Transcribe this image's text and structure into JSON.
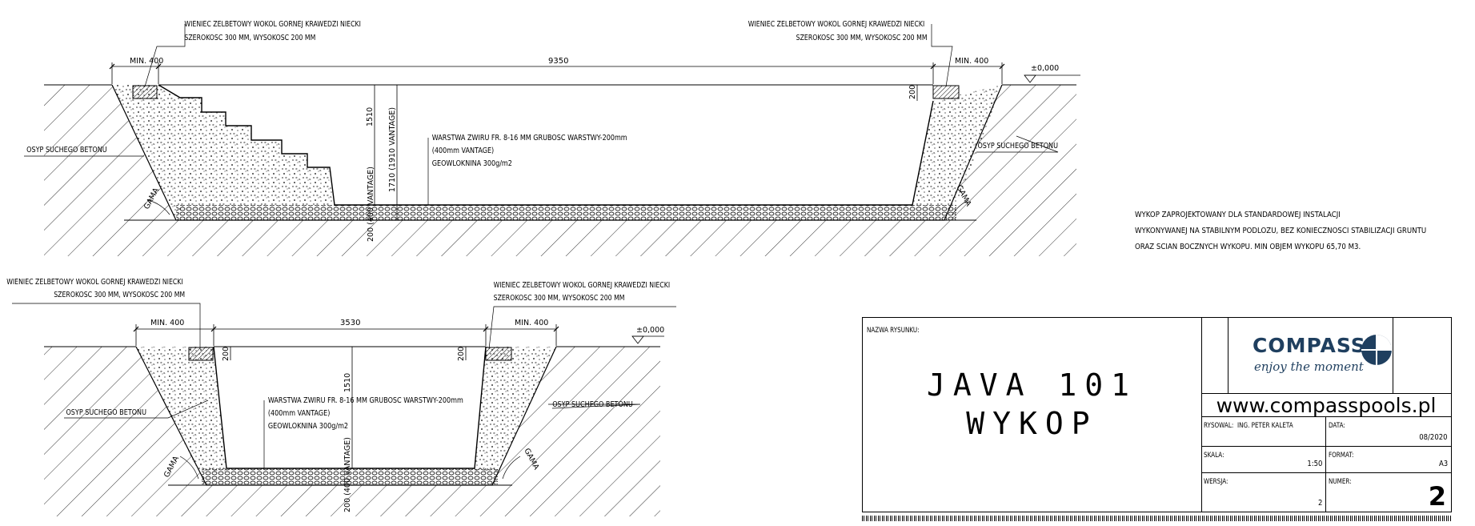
{
  "top_section": {
    "ring_left": [
      "WIENIEC ZELBETOWY WOKOL GORNEJ KRAWEDZI NIECKI",
      "SZEROKOSC 300 MM, WYSOKOSC 200 MM"
    ],
    "ring_right": [
      "WIENIEC ZELBETOWY WOKOL GORNEJ KRAWEDZI NIECKI",
      "SZEROKOSC 300 MM, WYSOKOSC 200 MM"
    ],
    "min_left": "MIN. 400",
    "min_right": "MIN. 400",
    "width": "9350",
    "level": "±0,000",
    "depth": "1510",
    "depth_vantage": "1710 (1910 VANTAGE)",
    "base_thickness": "200 (400 VANTAGE)",
    "ring_height": "200",
    "gravel": [
      "WARSTWA ZWIRU FR. 8-16 MM GRUBOSC WARSTWY-200mm",
      "(400mm VANTAGE)",
      "GEOWLOKNINA 300g/m2"
    ],
    "concrete_left": "OSYP SUCHEGO BETONU",
    "concrete_right": "OSYP SUCHEGO BETONU",
    "angle": "GAMA"
  },
  "bottom_section": {
    "ring_left": [
      "WIENIEC ZELBETOWY WOKOL GORNEJ KRAWEDZI NIECKI",
      "SZEROKOSC 300 MM, WYSOKOSC 200 MM"
    ],
    "ring_right": [
      "WIENIEC ZELBETOWY WOKOL GORNEJ KRAWEDZI NIECKI",
      "SZEROKOSC 300 MM, WYSOKOSC 200 MM"
    ],
    "min_left": "MIN. 400",
    "min_right": "MIN. 400",
    "width": "3530",
    "level": "±0,000",
    "depth": "1510",
    "base_thickness": "200 (400 VANTAGE)",
    "ring_height": "200",
    "gravel": [
      "WARSTWA ZWIRU FR. 8-16 MM GRUBOSC WARSTWY-200mm",
      "(400mm VANTAGE)",
      "GEOWLOKNINA 300g/m2"
    ],
    "concrete_left": "OSYP SUCHEGO BETONU",
    "concrete_right": "OSYP SUCHEGO BETONU",
    "angle": "GAMA"
  },
  "note": [
    "WYKOP ZAPROJEKTOWANY DLA STANDARDOWEJ INSTALACJI",
    "WYKONYWANEJ NA STABILNYM PODLOZU, BEZ KONIECZNOSCI STABILIZACJI GRUNTU",
    "ORAZ SCIAN BOCZNYCH WYKOPU. MIN OBJEM WYKOPU  65,70 M3."
  ],
  "title_block": {
    "drawing_name_label": "NAZWA RYSUNKU:",
    "title_line1": "JAVA 101",
    "title_line2": "WYKOP",
    "logo": "COMPASS",
    "logo_tagline": "enjoy the moment",
    "website": "www.compasspools.pl",
    "drawn_label": "RYSOWAL:",
    "drawn_value": "ING. PETER KALETA",
    "date_label": "DATA:",
    "date_value": "08/2020",
    "scale_label": "SKALA:",
    "scale_value": "1:50",
    "format_label": "FORMAT:",
    "format_value": "A3",
    "version_label": "WERSJA:",
    "version_value": "2",
    "number_label": "NUMER:",
    "number_value": "2"
  }
}
